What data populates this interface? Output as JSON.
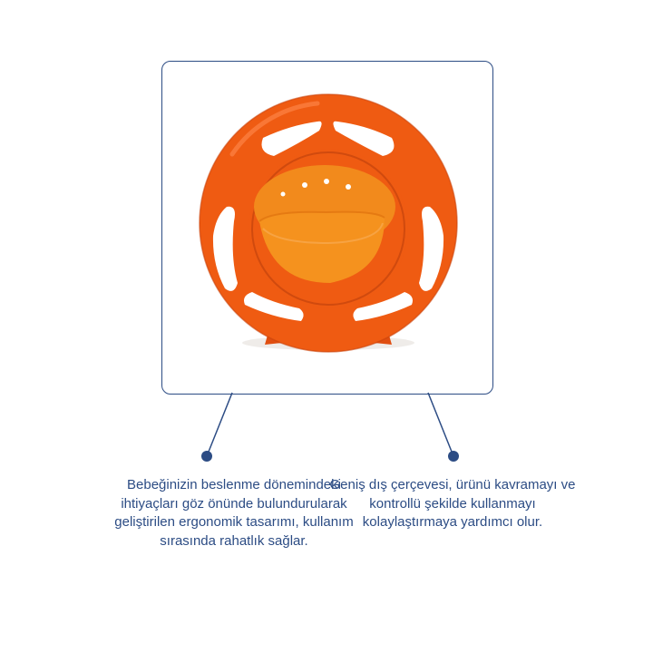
{
  "image": {
    "subject": "product-photo-gyro-bowl",
    "colors": {
      "frame_border": "#2c4c84",
      "text": "#2c4c84",
      "bowl_outer": "#ef5b12",
      "bowl_inner": "#f5921e",
      "cereal": "#d9a45a"
    }
  },
  "features": [
    {
      "text": "Bebeğinizin beslenme dönemindeki ihtiyaçları göz önünde bulundurularak geliştirilen ergonomik tasarımı, kullanım sırasında rahatlık sağlar."
    },
    {
      "text": "Geniş dış çerçevesi, ürünü kavramayı ve kontrollü şekilde kullanmayı kolaylaştırmaya yardımcı olur."
    }
  ]
}
